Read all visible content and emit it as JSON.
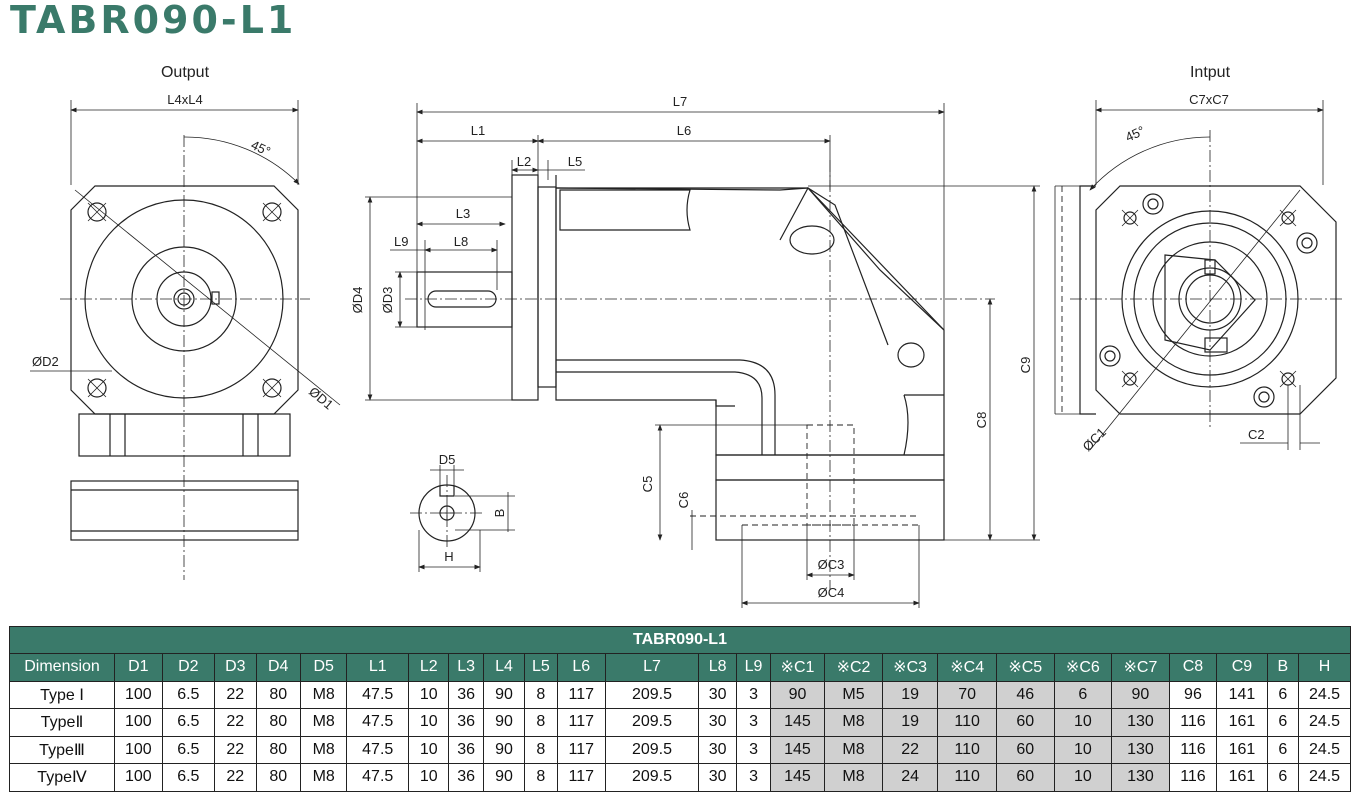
{
  "title": "TABR090-L1",
  "views": {
    "output_label": "Output",
    "input_label": "Intput"
  },
  "dimension_labels": {
    "l4xl4": "L4xL4",
    "angle_out": "45°",
    "d2": "ØD2",
    "d1": "ØD1",
    "l7": "L7",
    "l1": "L1",
    "l6": "L6",
    "l2": "L2",
    "l5": "L5",
    "l3": "L3",
    "l9": "L9",
    "l8": "L8",
    "d4": "ØD4",
    "d3": "ØD3",
    "d5": "D5",
    "b": "B",
    "h": "H",
    "c5": "C5",
    "c6": "C6",
    "c8": "C8",
    "c9": "C9",
    "c3": "ØC3",
    "c4": "ØC4",
    "c7xc7": "C7xC7",
    "angle_in": "45°",
    "c1": "ØC1",
    "c2": "C2"
  },
  "table": {
    "title": "TABR090-L1",
    "headers": [
      "Dimension",
      "D1",
      "D2",
      "D3",
      "D4",
      "D5",
      "L1",
      "L2",
      "L3",
      "L4",
      "L5",
      "L6",
      "L7",
      "L8",
      "L9",
      "※C1",
      "※C2",
      "※C3",
      "※C4",
      "※C5",
      "※C6",
      "※C7",
      "C8",
      "C9",
      "B",
      "H"
    ],
    "rows": [
      [
        "Type Ⅰ",
        "100",
        "6.5",
        "22",
        "80",
        "M8",
        "47.5",
        "10",
        "36",
        "90",
        "8",
        "117",
        "209.5",
        "30",
        "3",
        "90",
        "M5",
        "19",
        "70",
        "46",
        "6",
        "90",
        "96",
        "141",
        "6",
        "24.5"
      ],
      [
        "TypeⅡ",
        "100",
        "6.5",
        "22",
        "80",
        "M8",
        "47.5",
        "10",
        "36",
        "90",
        "8",
        "117",
        "209.5",
        "30",
        "3",
        "145",
        "M8",
        "19",
        "110",
        "60",
        "10",
        "130",
        "116",
        "161",
        "6",
        "24.5"
      ],
      [
        "TypeⅢ",
        "100",
        "6.5",
        "22",
        "80",
        "M8",
        "47.5",
        "10",
        "36",
        "90",
        "8",
        "117",
        "209.5",
        "30",
        "3",
        "145",
        "M8",
        "22",
        "110",
        "60",
        "10",
        "130",
        "116",
        "161",
        "6",
        "24.5"
      ],
      [
        "TypeⅣ",
        "100",
        "6.5",
        "22",
        "80",
        "M8",
        "47.5",
        "10",
        "36",
        "90",
        "8",
        "117",
        "209.5",
        "30",
        "3",
        "145",
        "M8",
        "24",
        "110",
        "60",
        "10",
        "130",
        "116",
        "161",
        "6",
        "24.5"
      ]
    ],
    "shaded_columns": [
      "※C1",
      "※C2",
      "※C3",
      "※C4",
      "※C5",
      "※C6",
      "※C7"
    ],
    "colors": {
      "header_bg": "#3a7a6a",
      "header_text": "#ffffff",
      "shade": "#d0d0d0"
    }
  }
}
